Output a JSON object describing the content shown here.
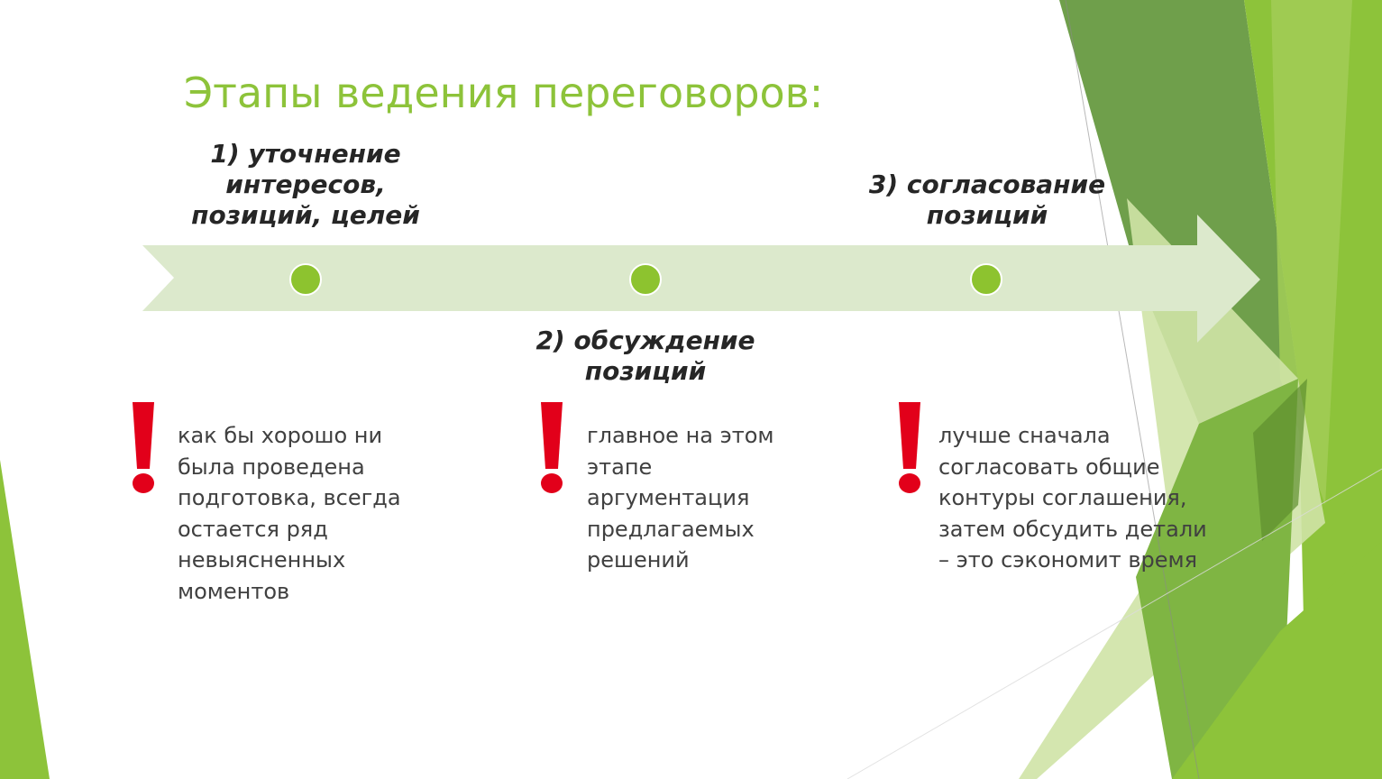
{
  "title": "Этапы ведения переговоров:",
  "colors": {
    "accent_green": "#8dc33a",
    "arrow_fill": "#dce9cc",
    "dot_fill": "#8dc32f",
    "exclamation_red": "#e2001a"
  },
  "stages": [
    {
      "label": "1) уточнение\nинтересов,\nпозиций, целей"
    },
    {
      "label": "2) обсуждение\nпозиций"
    },
    {
      "label": "3) согласование\nпозиций"
    }
  ],
  "notes": [
    {
      "icon": "exclamation-icon",
      "text": "как бы хорошо ни\nбыла проведена\nподготовка, всегда\nостается ряд\nневыясненных\nмоментов"
    },
    {
      "icon": "exclamation-icon",
      "text": "главное на этом\nэтапе\nаргументация\nпредлагаемых\nрешений"
    },
    {
      "icon": "exclamation-icon",
      "text": "лучше сначала\nсогласовать общие\nконтуры соглашения,\nзатем обсудить детали\n– это сэкономит время"
    }
  ]
}
